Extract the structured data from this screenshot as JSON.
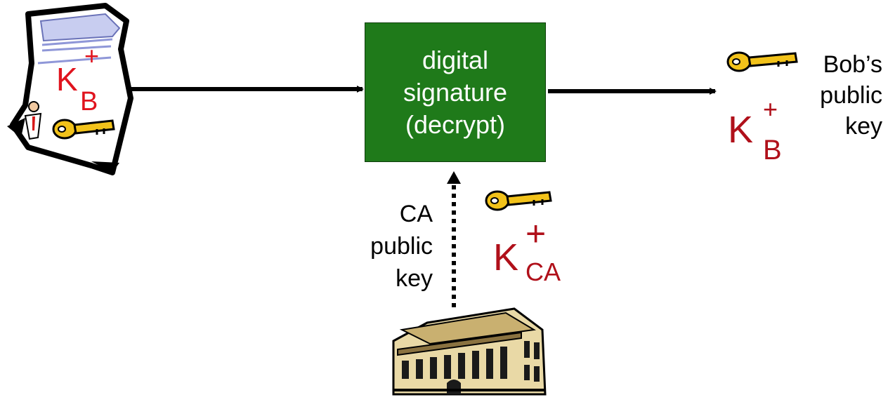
{
  "signature_box": {
    "line1": "digital",
    "line2": "signature",
    "line3": "(decrypt)",
    "color": "#1f7a1a"
  },
  "cert_key": {
    "main": "K",
    "sub": "B",
    "sup": "+"
  },
  "output_key": {
    "main": "K",
    "sub": "B",
    "sup": "+"
  },
  "output_label": {
    "line1": "Bob’s",
    "line2": "public",
    "line3": "key"
  },
  "ca_label": {
    "line1": "CA",
    "line2": "public",
    "line3": "key"
  },
  "ca_key": {
    "main": "K",
    "sub": "CA",
    "sup": "+"
  },
  "colors": {
    "key_red": "#e0141e",
    "key_dark_red": "#b0101a",
    "key_gold": "#f2c21a"
  },
  "icons": [
    "certificate-icon",
    "key-icon",
    "building-icon"
  ]
}
